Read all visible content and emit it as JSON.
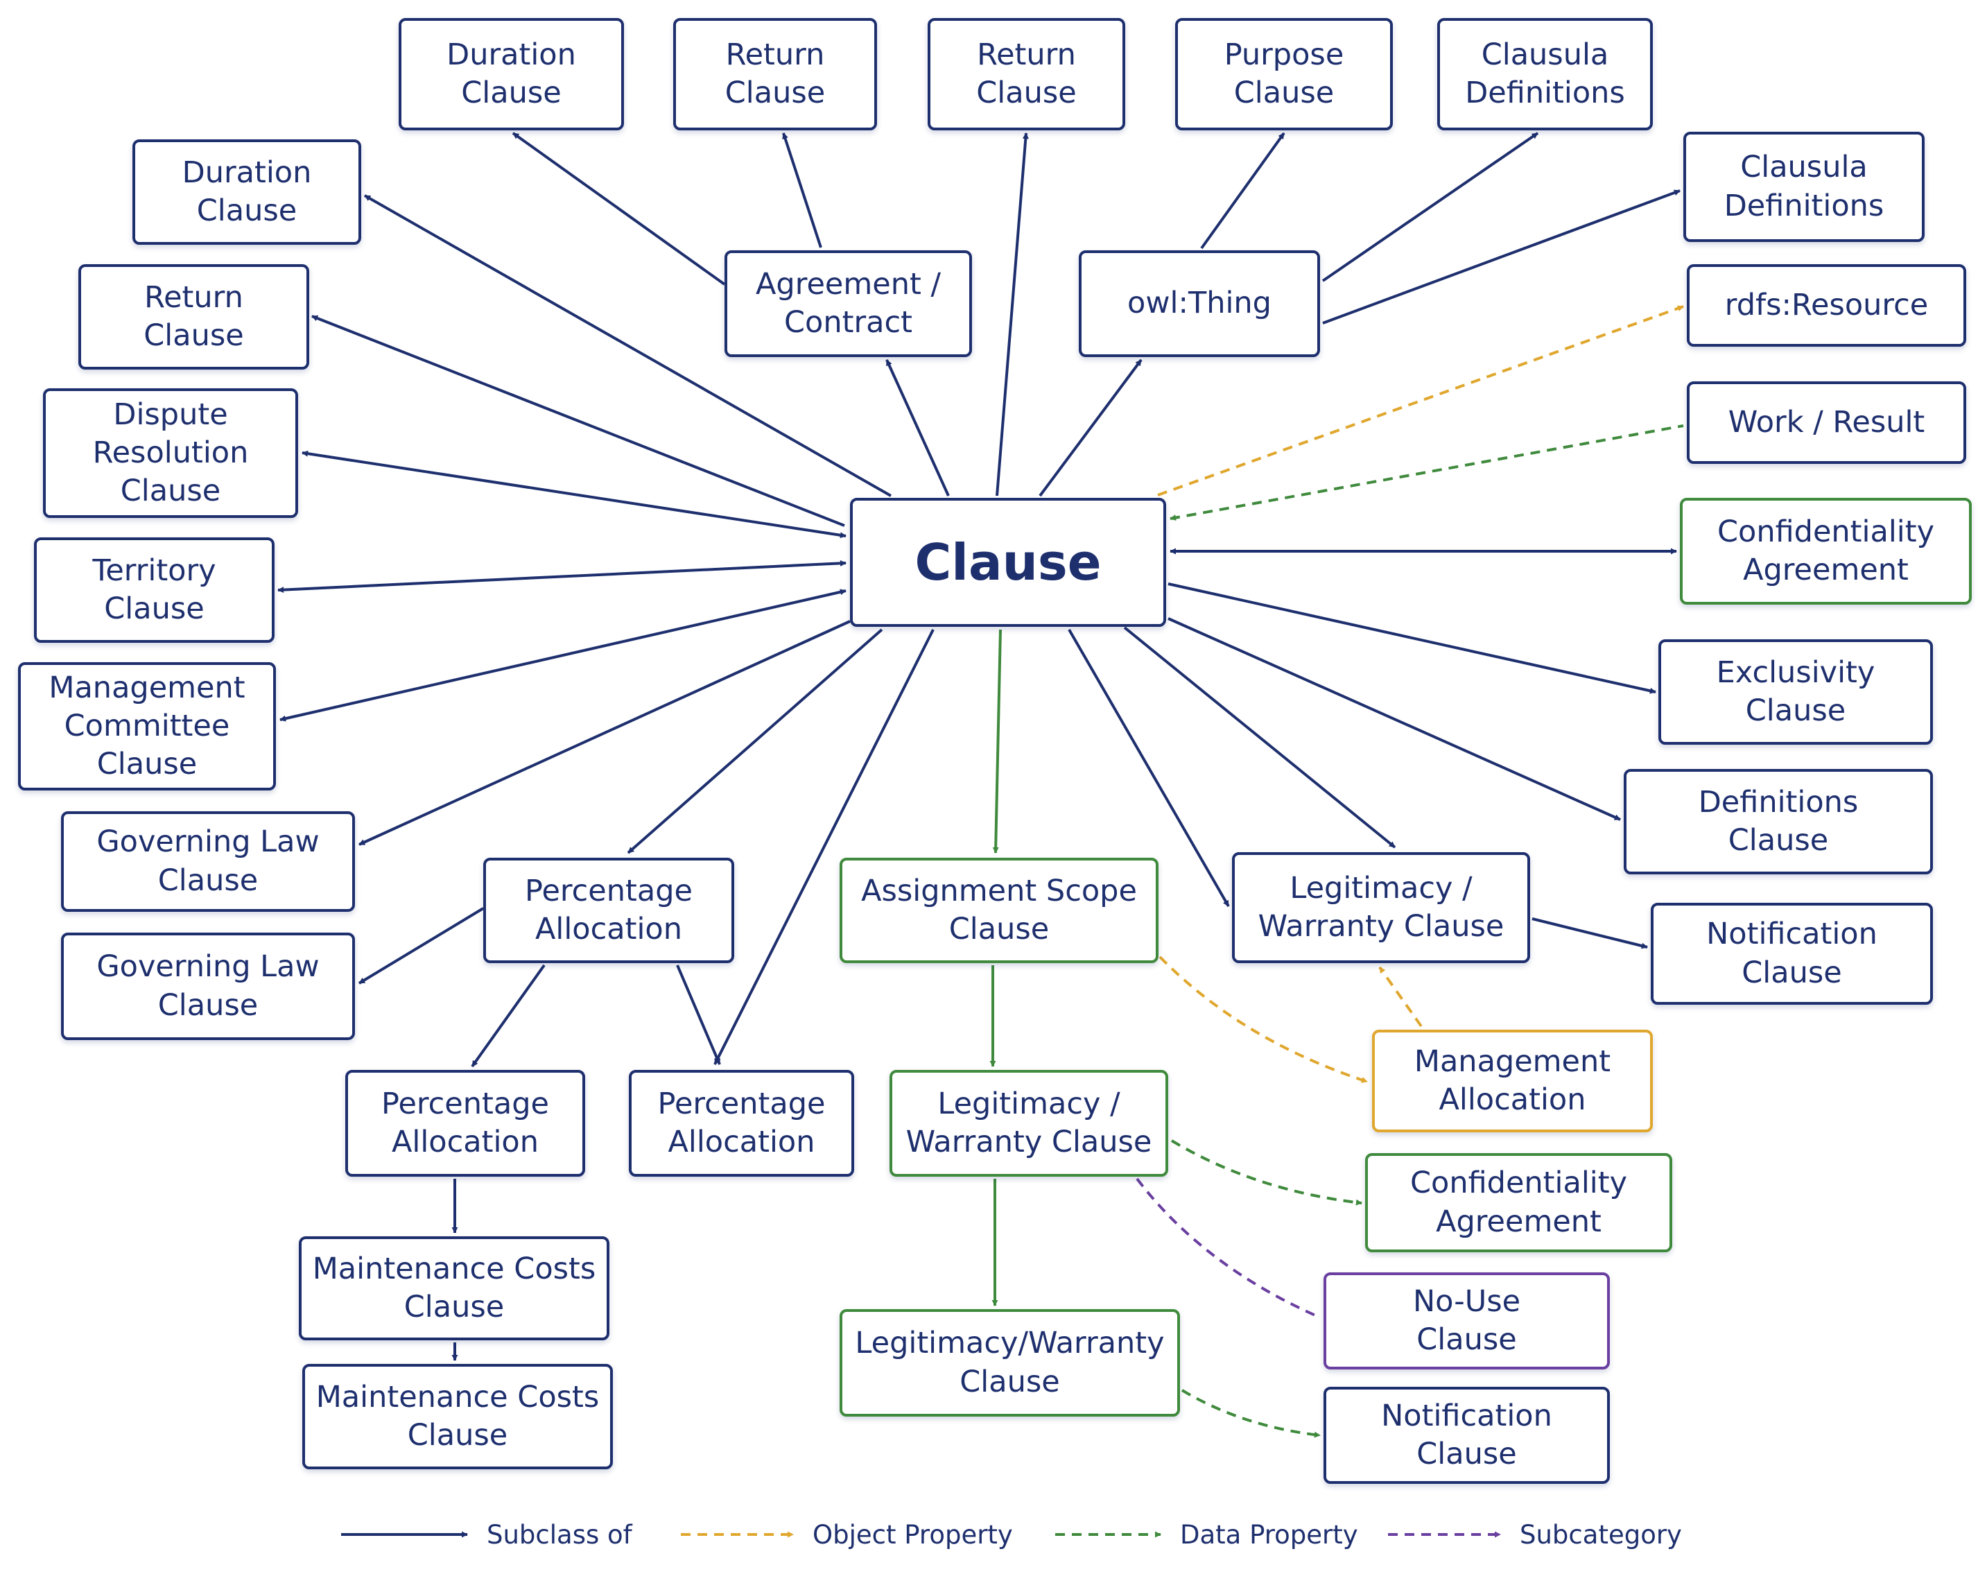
{
  "diagram": {
    "nodes": [
      {
        "id": "clause",
        "label": "Clause",
        "style": "center"
      },
      {
        "id": "dur1",
        "label": "Duration\nClause",
        "style": "blue"
      },
      {
        "id": "ret1",
        "label": "Return\nClause",
        "style": "blue"
      },
      {
        "id": "ret2",
        "label": "Return\nClause",
        "style": "blue"
      },
      {
        "id": "purp",
        "label": "Purpose\nClause",
        "style": "blue"
      },
      {
        "id": "cdef1",
        "label": "Clausula\nDefinitions",
        "style": "blue"
      },
      {
        "id": "dur2",
        "label": "Duration\nClause",
        "style": "blue"
      },
      {
        "id": "agr",
        "label": "Agreement /\nContract",
        "style": "blue"
      },
      {
        "id": "owl",
        "label": "owl:Thing",
        "style": "blue"
      },
      {
        "id": "cdef2",
        "label": "Clausula\nDefinitions",
        "style": "blue"
      },
      {
        "id": "ret3",
        "label": "Return\nClause",
        "style": "blue"
      },
      {
        "id": "rdfs",
        "label": "rdfs:Resource",
        "style": "blue"
      },
      {
        "id": "disp",
        "label": "Dispute\nResolution\nClause",
        "style": "blue"
      },
      {
        "id": "work",
        "label": "Work / Result",
        "style": "blue"
      },
      {
        "id": "terr",
        "label": "Territory\nClause",
        "style": "blue"
      },
      {
        "id": "conf1",
        "label": "Confidentiality\nAgreement",
        "style": "green"
      },
      {
        "id": "mgmt",
        "label": "Management\nCommittee\nClause",
        "style": "blue"
      },
      {
        "id": "excl",
        "label": "Exclusivity\nClause",
        "style": "blue"
      },
      {
        "id": "gov1",
        "label": "Governing Law\nClause",
        "style": "blue"
      },
      {
        "id": "defs",
        "label": "Definitions\nClause",
        "style": "blue"
      },
      {
        "id": "pct1",
        "label": "Percentage\nAllocation",
        "style": "blue"
      },
      {
        "id": "assign",
        "label": "Assignment Scope\nClause",
        "style": "green"
      },
      {
        "id": "legit1",
        "label": "Legitimacy /\nWarranty Clause",
        "style": "blue"
      },
      {
        "id": "notif1",
        "label": "Notification\nClause",
        "style": "blue"
      },
      {
        "id": "gov2",
        "label": "Governing Law\nClause",
        "style": "blue"
      },
      {
        "id": "mgmtalloc",
        "label": "Management\nAllocation",
        "style": "orange"
      },
      {
        "id": "pct2",
        "label": "Percentage\nAllocation",
        "style": "blue"
      },
      {
        "id": "pct3",
        "label": "Percentage\nAllocation",
        "style": "blue"
      },
      {
        "id": "legit2",
        "label": "Legitimacy /\nWarranty Clause",
        "style": "green"
      },
      {
        "id": "conf2",
        "label": "Confidentiality\nAgreement",
        "style": "green"
      },
      {
        "id": "maint1",
        "label": "Maintenance Costs\nClause",
        "style": "blue"
      },
      {
        "id": "nouse",
        "label": "No-Use\nClause",
        "style": "purple"
      },
      {
        "id": "legit3",
        "label": "Legitimacy/Warranty\nClause",
        "style": "green"
      },
      {
        "id": "maint2",
        "label": "Maintenance Costs\nClause",
        "style": "blue"
      },
      {
        "id": "notif2",
        "label": "Notification\nClause",
        "style": "blue"
      }
    ],
    "edges": [
      {
        "type": "subclass",
        "color": "#1e2f6e",
        "dashed": false
      },
      {
        "type": "object",
        "color": "#e0a72e",
        "dashed": true
      },
      {
        "type": "data",
        "color": "#3f8a3c",
        "dashed": true
      },
      {
        "type": "subcategory",
        "color": "#6a3fa0",
        "dashed": true
      }
    ]
  },
  "legend": {
    "subclass": {
      "label": "Subclass of",
      "color": "#1e2f6e"
    },
    "object": {
      "label": "Object Property",
      "color": "#e0a72e"
    },
    "data": {
      "label": "Data Property",
      "color": "#3f8a3c"
    },
    "subcategory": {
      "label": "Subcategory",
      "color": "#6a3fa0"
    }
  }
}
